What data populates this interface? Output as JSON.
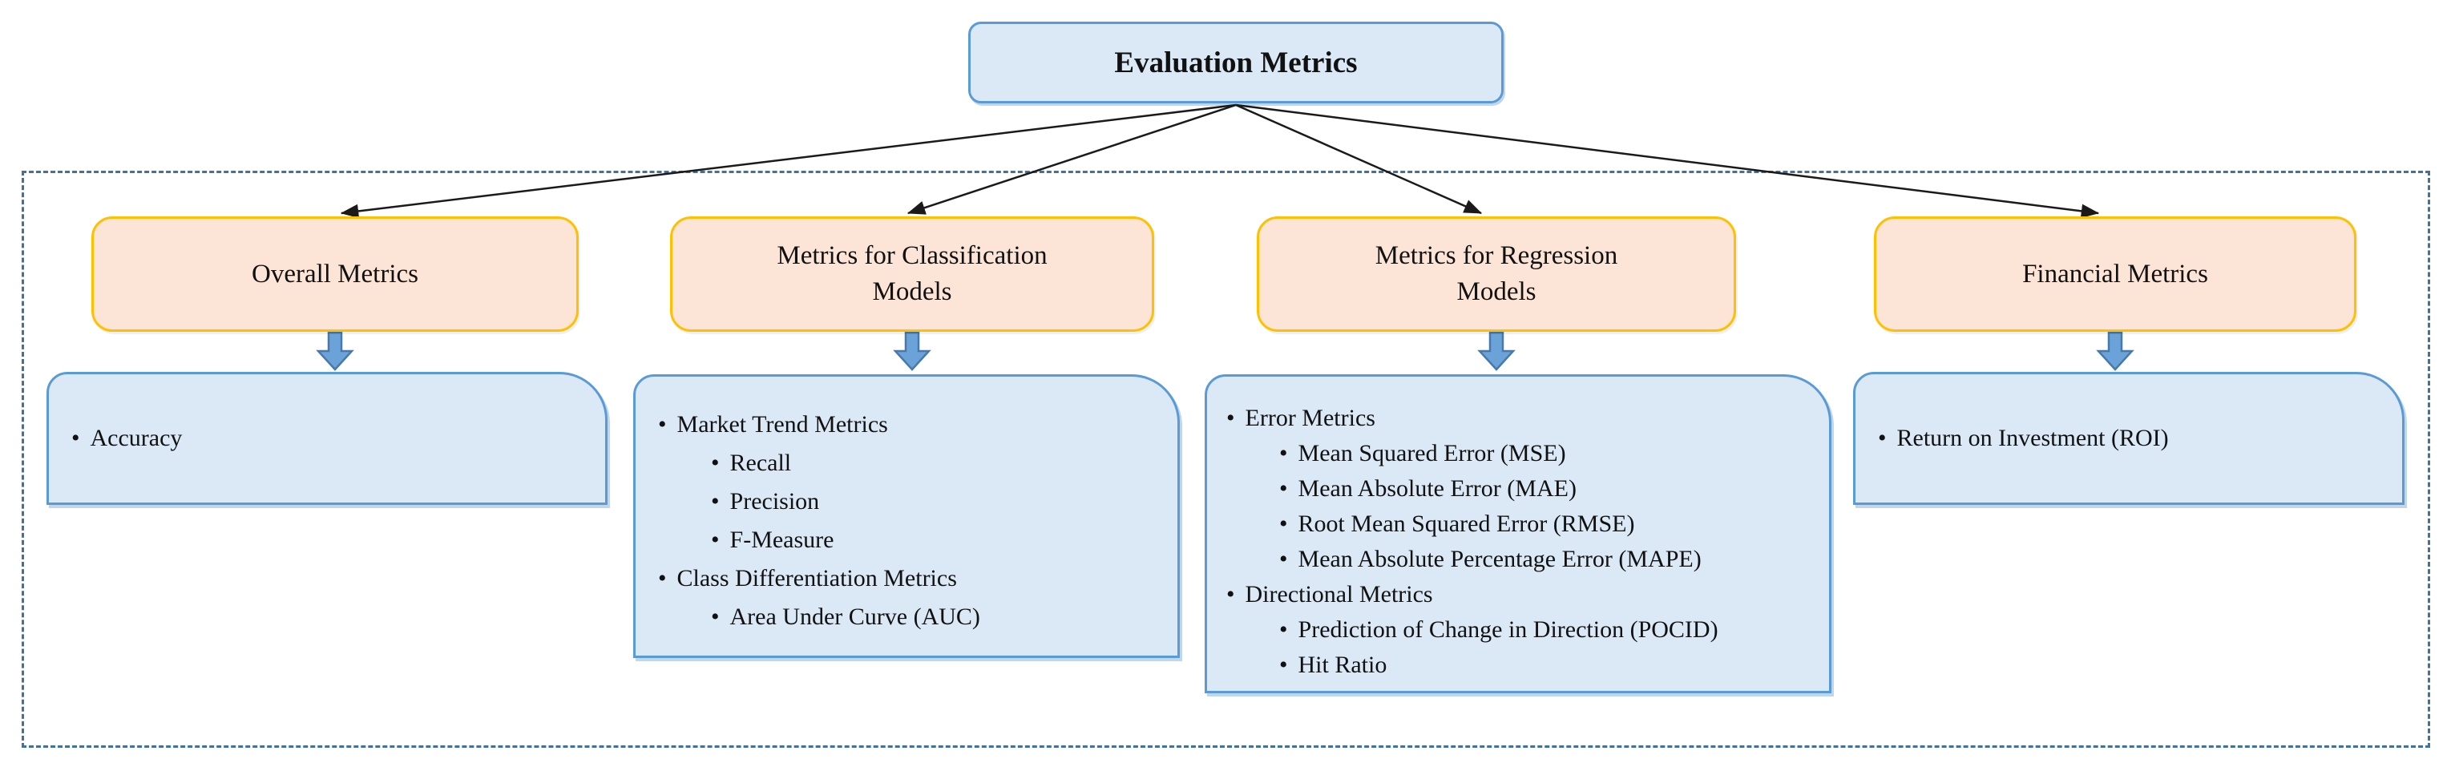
{
  "title": "Evaluation Metrics",
  "bullet_char": "•",
  "colors": {
    "box_blue_fill": "#dbe9f7",
    "box_blue_border": "#5b9bd5",
    "box_orange_fill": "#fce4d6",
    "box_orange_border": "#ffc000",
    "arrow_fill": "#6ba3d8",
    "arrow_border": "#4679ad",
    "dashed_border": "#41719c",
    "connector": "#1a1a1a",
    "text": "#111111"
  },
  "branches": [
    {
      "header": "Overall Metrics",
      "items": [
        {
          "text": "Accuracy",
          "level": 1
        }
      ]
    },
    {
      "header": "Metrics for Classification Models",
      "items": [
        {
          "text": "Market Trend Metrics",
          "level": 1
        },
        {
          "text": "Recall",
          "level": 2
        },
        {
          "text": "Precision",
          "level": 2
        },
        {
          "text": "F-Measure",
          "level": 2
        },
        {
          "text": "Class Differentiation Metrics",
          "level": 1
        },
        {
          "text": "Area Under Curve (AUC)",
          "level": 2
        }
      ]
    },
    {
      "header": "Metrics for Regression Models",
      "items": [
        {
          "text": "Error Metrics",
          "level": 1
        },
        {
          "text": "Mean Squared Error (MSE)",
          "level": 2
        },
        {
          "text": "Mean Absolute Error (MAE)",
          "level": 2
        },
        {
          "text": "Root Mean Squared Error (RMSE)",
          "level": 2
        },
        {
          "text": "Mean Absolute Percentage Error (MAPE)",
          "level": 2
        },
        {
          "text": "Directional Metrics",
          "level": 1
        },
        {
          "text": "Prediction of Change in Direction (POCID)",
          "level": 2
        },
        {
          "text": "Hit Ratio",
          "level": 2
        }
      ]
    },
    {
      "header": "Financial Metrics",
      "items": [
        {
          "text": "Return on Investment (ROI)",
          "level": 1
        }
      ]
    }
  ]
}
